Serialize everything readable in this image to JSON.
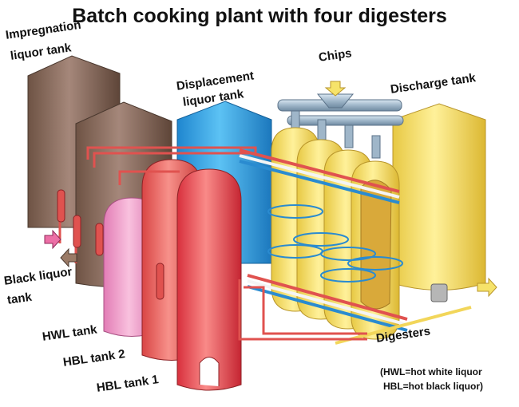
{
  "title": "Batch cooking plant with four digesters",
  "labels": {
    "impregnation_line1": "Impregnation",
    "impregnation_line2": "liquor tank",
    "displacement_line1": "Displacement",
    "displacement_line2": "liquor tank",
    "chips": "Chips",
    "discharge_tank": "Discharge tank",
    "black_liquor_line1": "Black liquor",
    "black_liquor_line2": "tank",
    "hwl_tank": "HWL tank",
    "hbl_tank_2": "HBL tank 2",
    "hbl_tank_1": "HBL tank 1",
    "digesters": "Digesters"
  },
  "legend": {
    "line1": "(HWL=hot white liquor",
    "line2": "HBL=hot black liquor)"
  },
  "colors": {
    "brown_tank": "#9a7a66",
    "blue_tank": "#3aa8e8",
    "yellow_tank": "#f6e36a",
    "pink_tank": "#f29ac6",
    "red_tank": "#ec4a55",
    "steel_pipe": "#9fb6c9",
    "red_pipe": "#e0524f"
  }
}
